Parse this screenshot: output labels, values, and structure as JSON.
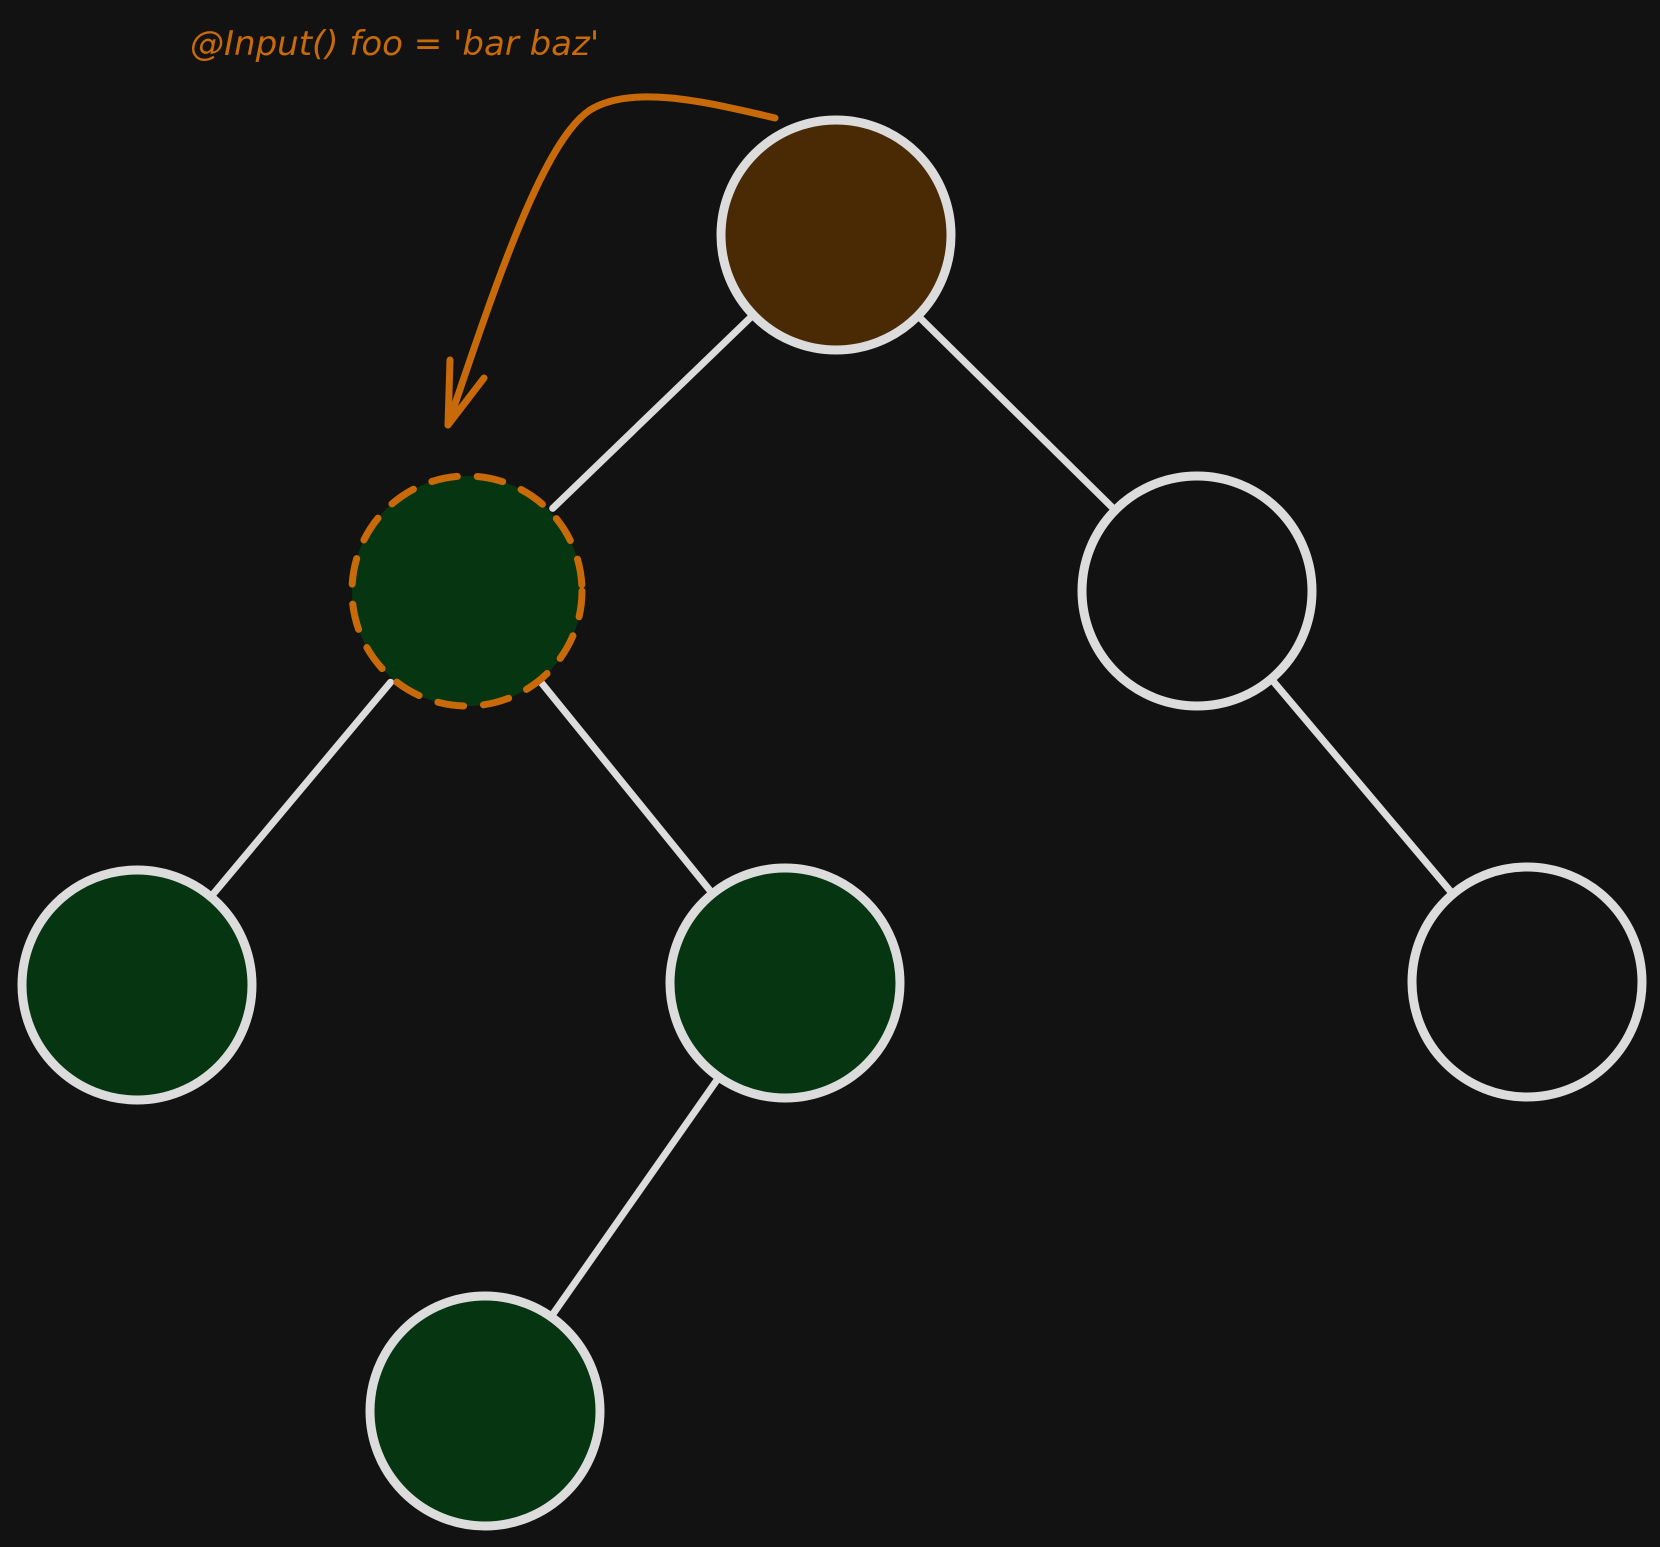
{
  "annotation": {
    "text": "@Input() foo = 'bar baz'",
    "color": "#c86a0a"
  },
  "colors": {
    "background": "#121212",
    "edge": "#dcdcdc",
    "node_outline": "#dcdcdc",
    "root_fill": "#4a2a04",
    "receiver_fill": "#063511",
    "descendant_fill": "#063511",
    "empty_fill": "#121212",
    "highlight_outline": "#c86a0a",
    "arrow": "#c86a0a"
  },
  "nodes": [
    {
      "id": "root",
      "kind": "root"
    },
    {
      "id": "left",
      "kind": "receiver"
    },
    {
      "id": "right",
      "kind": "empty"
    },
    {
      "id": "left-left",
      "kind": "descendant"
    },
    {
      "id": "left-right",
      "kind": "descendant"
    },
    {
      "id": "right-right",
      "kind": "empty"
    },
    {
      "id": "left-right-left",
      "kind": "descendant"
    }
  ],
  "edges": [
    {
      "from": "root",
      "to": "left"
    },
    {
      "from": "root",
      "to": "right"
    },
    {
      "from": "left",
      "to": "left-left"
    },
    {
      "from": "left",
      "to": "left-right"
    },
    {
      "from": "right",
      "to": "right-right"
    },
    {
      "from": "left-right",
      "to": "left-right-left"
    }
  ]
}
